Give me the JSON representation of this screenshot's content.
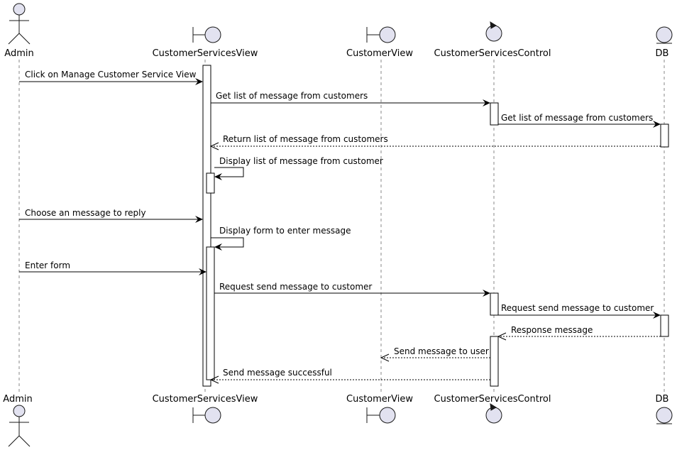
{
  "participants": [
    {
      "id": "admin",
      "type": "actor",
      "name": "Admin"
    },
    {
      "id": "csview",
      "type": "boundary",
      "name": "CustomerServicesView"
    },
    {
      "id": "cview",
      "type": "boundary",
      "name": "CustomerView"
    },
    {
      "id": "cscontrol",
      "type": "control",
      "name": "CustomerServicesControl"
    },
    {
      "id": "db",
      "type": "entity",
      "name": "DB"
    }
  ],
  "messages": [
    {
      "from": "admin",
      "to": "csview",
      "kind": "sync",
      "text": "Click on Manage Customer Service View"
    },
    {
      "from": "csview",
      "to": "cscontrol",
      "kind": "sync",
      "text": "Get list of message from customers"
    },
    {
      "from": "cscontrol",
      "to": "db",
      "kind": "sync",
      "text": "Get list of message from customers"
    },
    {
      "from": "db",
      "to": "csview",
      "kind": "return",
      "text": "Return list of message from customers"
    },
    {
      "from": "csview",
      "to": "csview",
      "kind": "self",
      "text": "Display list of message from customer"
    },
    {
      "from": "admin",
      "to": "csview",
      "kind": "sync",
      "text": "Choose an message to reply"
    },
    {
      "from": "csview",
      "to": "csview",
      "kind": "self",
      "text": "Display form to enter message"
    },
    {
      "from": "admin",
      "to": "csview",
      "kind": "sync",
      "text": "Enter form"
    },
    {
      "from": "csview",
      "to": "cscontrol",
      "kind": "sync",
      "text": "Request send message to customer"
    },
    {
      "from": "cscontrol",
      "to": "db",
      "kind": "sync",
      "text": "Request send message to customer"
    },
    {
      "from": "db",
      "to": "cscontrol",
      "kind": "return",
      "text": "Response message"
    },
    {
      "from": "cscontrol",
      "to": "cview",
      "kind": "return",
      "text": "Send message to user"
    },
    {
      "from": "cscontrol",
      "to": "csview",
      "kind": "return",
      "text": "Send message successful"
    }
  ]
}
